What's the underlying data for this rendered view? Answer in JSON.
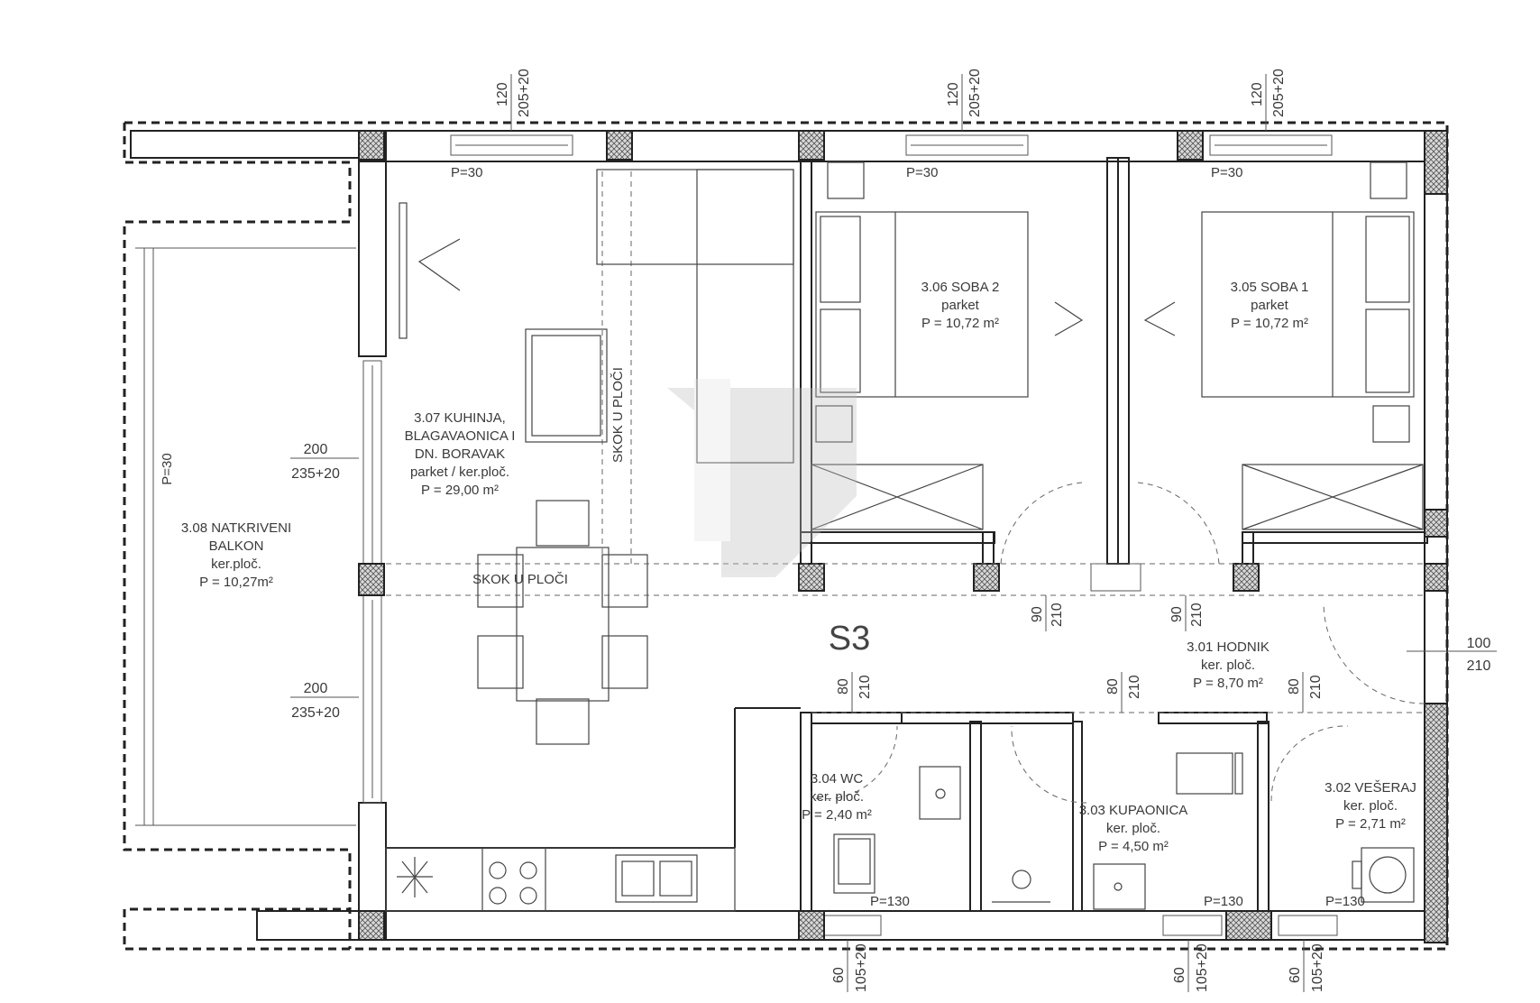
{
  "unit_label": "S3",
  "rooms": {
    "balcony": {
      "l1": "3.08 NATKRIVENI",
      "l2": "BALKON",
      "l3": "ker.ploč.",
      "l4": "P = 10,27m²"
    },
    "kitchen": {
      "l1": "3.07 KUHINJA,",
      "l2": "BLAGAVAONICA I",
      "l3": "DN. BORAVAK",
      "l4": "parket / ker.ploč.",
      "l5": "P = 29,00 m²"
    },
    "soba2": {
      "l1": "3.06 SOBA 2",
      "l2": "parket",
      "l3": "P = 10,72 m²"
    },
    "soba1": {
      "l1": "3.05 SOBA 1",
      "l2": "parket",
      "l3": "P = 10,72 m²"
    },
    "hodnik": {
      "l1": "3.01 HODNIK",
      "l2": "ker. ploč.",
      "l3": "P = 8,70 m²"
    },
    "wc": {
      "l1": "3.04 WC",
      "l2": "ker. ploč.",
      "l3": "P = 2,40 m²"
    },
    "kupaonica": {
      "l1": "3.03 KUPAONICA",
      "l2": "ker. ploč.",
      "l3": "P = 4,50 m²"
    },
    "vesera": {
      "l1": "3.02 VEŠERAJ",
      "l2": "ker. ploč.",
      "l3": "P = 2,71 m²"
    }
  },
  "annotations": {
    "skok_v": "SKOK U PLOČI",
    "skok_h": "SKOK U PLOČI",
    "p30_a": "P=30",
    "p30_b": "P=30",
    "p30_c": "P=30",
    "p30_bal": "P=30",
    "p130_a": "P=130",
    "p130_b": "P=130",
    "p130_c": "P=130"
  },
  "dimensions": {
    "top1_a": "120",
    "top1_b": "205+20",
    "top2_a": "120",
    "top2_b": "205+20",
    "top3_a": "120",
    "top3_b": "205+20",
    "left1_a": "200",
    "left1_b": "235+20",
    "left2_a": "200",
    "left2_b": "235+20",
    "door1_a": "90",
    "door1_b": "210",
    "door2_a": "90",
    "door2_b": "210",
    "entry_a": "100",
    "entry_b": "210",
    "wcdoor_a": "80",
    "wcdoor_b": "210",
    "kupdoor_a": "80",
    "kupdoor_b": "210",
    "vesdoor_a": "80",
    "vesdoor_b": "210",
    "bot1_a": "60",
    "bot1_b": "105+20",
    "bot2_a": "60",
    "bot2_b": "105+20",
    "bot3_a": "60",
    "bot3_b": "105+20"
  }
}
